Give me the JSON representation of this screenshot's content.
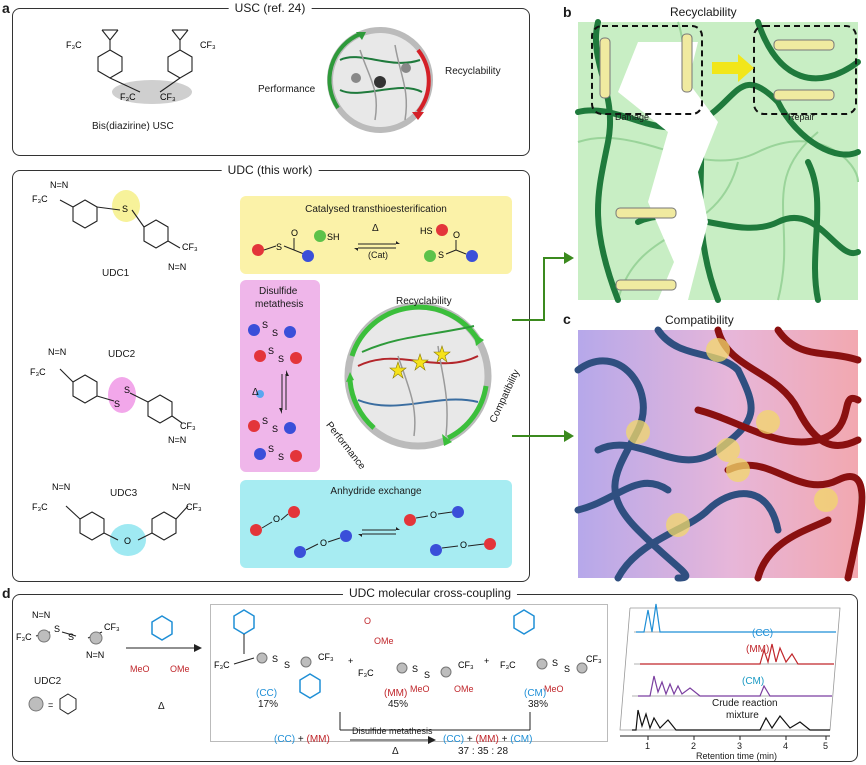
{
  "panels": {
    "a": "a",
    "b": "b",
    "c": "c",
    "d": "d"
  },
  "usc": {
    "title": "USC (ref. 24)",
    "molecule_label": "Bis(diazirine) USC",
    "performance": "Performance",
    "recyclability": "Recyclability"
  },
  "udc": {
    "title": "UDC (this work)",
    "udc1": "UDC1",
    "udc2": "UDC2",
    "udc3": "UDC3",
    "trans_title": "Catalysed transthioesterification",
    "delta": "Δ",
    "cat": "(Cat)",
    "disulfide_title_1": "Disulfide",
    "disulfide_title_2": "metathesis",
    "anhydride_title": "Anhydride exchange",
    "circle_recyclability": "Recyclability",
    "circle_performance": "Performance",
    "circle_compatibility": "Compatibility"
  },
  "b": {
    "title": "Recyclability",
    "damage": "Damage",
    "repair": "Repair"
  },
  "c": {
    "title": "Compatibility"
  },
  "d": {
    "title": "UDC molecular cross-coupling",
    "udc2": "UDC2",
    "delta": "Δ",
    "cc": "(CC)",
    "mm": "(MM)",
    "cm": "(CM)",
    "cc_pct": "17%",
    "mm_pct": "45%",
    "cm_pct": "38%",
    "metathesis_label": "Disulfide metathesis",
    "reactants": "(CC) + (MM)",
    "products": "(CC) + (MM) + (CM)",
    "ratio": "37  :  35  :  28",
    "trace_cc": "(CC)",
    "trace_mm": "(MM)",
    "trace_cm": "(CM)",
    "crude_1": "Crude reaction",
    "crude_2": "mixture",
    "xlabel": "Retention time (min)",
    "xticks": [
      "1",
      "2",
      "3",
      "4",
      "5"
    ]
  },
  "colors": {
    "green": "#2e9a3a",
    "red": "#c0262b",
    "blue": "#1f8fd6",
    "purple": "#7b3fa0",
    "yellow_box": "#fbf2a8",
    "pink_box": "#efb6ea",
    "cyan_box": "#a7ecf2"
  }
}
